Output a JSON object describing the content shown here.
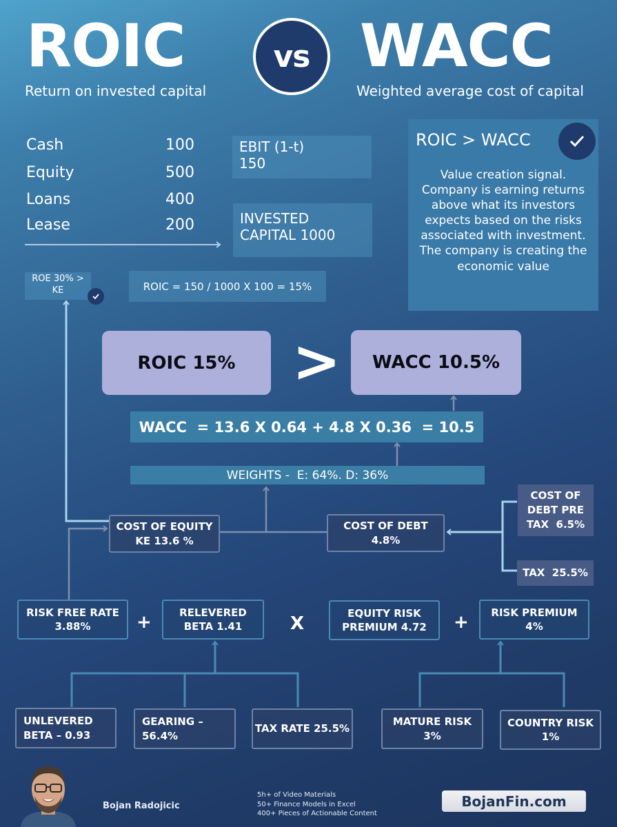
{
  "header": {
    "left_title": "ROIC",
    "left_subtitle": "Return on invested capital",
    "vs_label": "vs",
    "right_title": "WACC",
    "right_subtitle": "Weighted average cost of capital"
  },
  "invested_capital": {
    "rows": [
      {
        "label": "Cash",
        "value": "100"
      },
      {
        "label": "Equity",
        "value": "500"
      },
      {
        "label": "Loans",
        "value": "400"
      },
      {
        "label": "Lease",
        "value": "200"
      }
    ],
    "ebit_line1": "EBIT (1-t)",
    "ebit_line2": "150",
    "ic_line1": "INVESTED",
    "ic_line2": "CAPITAL 1000"
  },
  "roe_box": {
    "line1": "ROE 30% >",
    "line2": "KE"
  },
  "roic_formula": "ROIC = 150 / 1000 X 100 = 15%",
  "signal_panel": {
    "title": "ROIC > WACC",
    "body": "Value creation signal. Company is earning returns above what its investors expects based on the risks associated with investment. The company is creating the economic value"
  },
  "comparison": {
    "roic_label": "ROIC 15%",
    "operator": ">",
    "wacc_label": "WACC 10.5%"
  },
  "wacc_formula": "WACC  = 13.6 X 0.64 + 4.8 X 0.36  = 10.5",
  "weights": "WEIGHTS -  E: 64%. D: 36%",
  "cost_of_equity": {
    "line1": "COST OF EQUITY",
    "line2": "KE 13.6 %"
  },
  "cost_of_debt": {
    "line1": "COST OF DEBT",
    "line2": "4.8%"
  },
  "debt_inputs": {
    "pre_tax": {
      "line1": "COST OF",
      "line2": "DEBT PRE",
      "line3": "TAX  6.5%"
    },
    "tax": "TAX  25.5%"
  },
  "capm": {
    "risk_free": {
      "line1": "RISK FREE RATE",
      "line2": "3.88%"
    },
    "plus1": "+",
    "beta": {
      "line1": "RELEVERED",
      "line2": "BETA 1.41"
    },
    "times": "X",
    "erp": {
      "line1": "EQUITY RISK",
      "line2": "PREMIUM 4.72"
    },
    "plus2": "+",
    "risk_premium": {
      "line1": "RISK PREMIUM",
      "line2": "4%"
    }
  },
  "beta_inputs": [
    {
      "line1": "UNLEVERED",
      "line2": "BETA – 0.93"
    },
    {
      "line1": "GEARING –",
      "line2": "56.4%"
    },
    {
      "line1": "TAX RATE 25.5%",
      "line2": ""
    }
  ],
  "premium_inputs": [
    {
      "line1": "MATURE RISK",
      "line2": "3%"
    },
    {
      "line1": "COUNTRY RISK",
      "line2": "1%"
    }
  ],
  "footer": {
    "author": "Bojan Radojicic",
    "features": [
      "5h+ of Video Materials",
      "50+ Finance Models in Excel",
      "400+ Pieces of Actionable Content"
    ],
    "brand": "BojanFin.com"
  },
  "colors": {
    "lavender": "#aeb0dc",
    "navy": "#1f3b6b",
    "panel_blue": "#3a7aa8",
    "connector_light": "#a8d4ec",
    "connector_grey": "#7f8fb0"
  }
}
